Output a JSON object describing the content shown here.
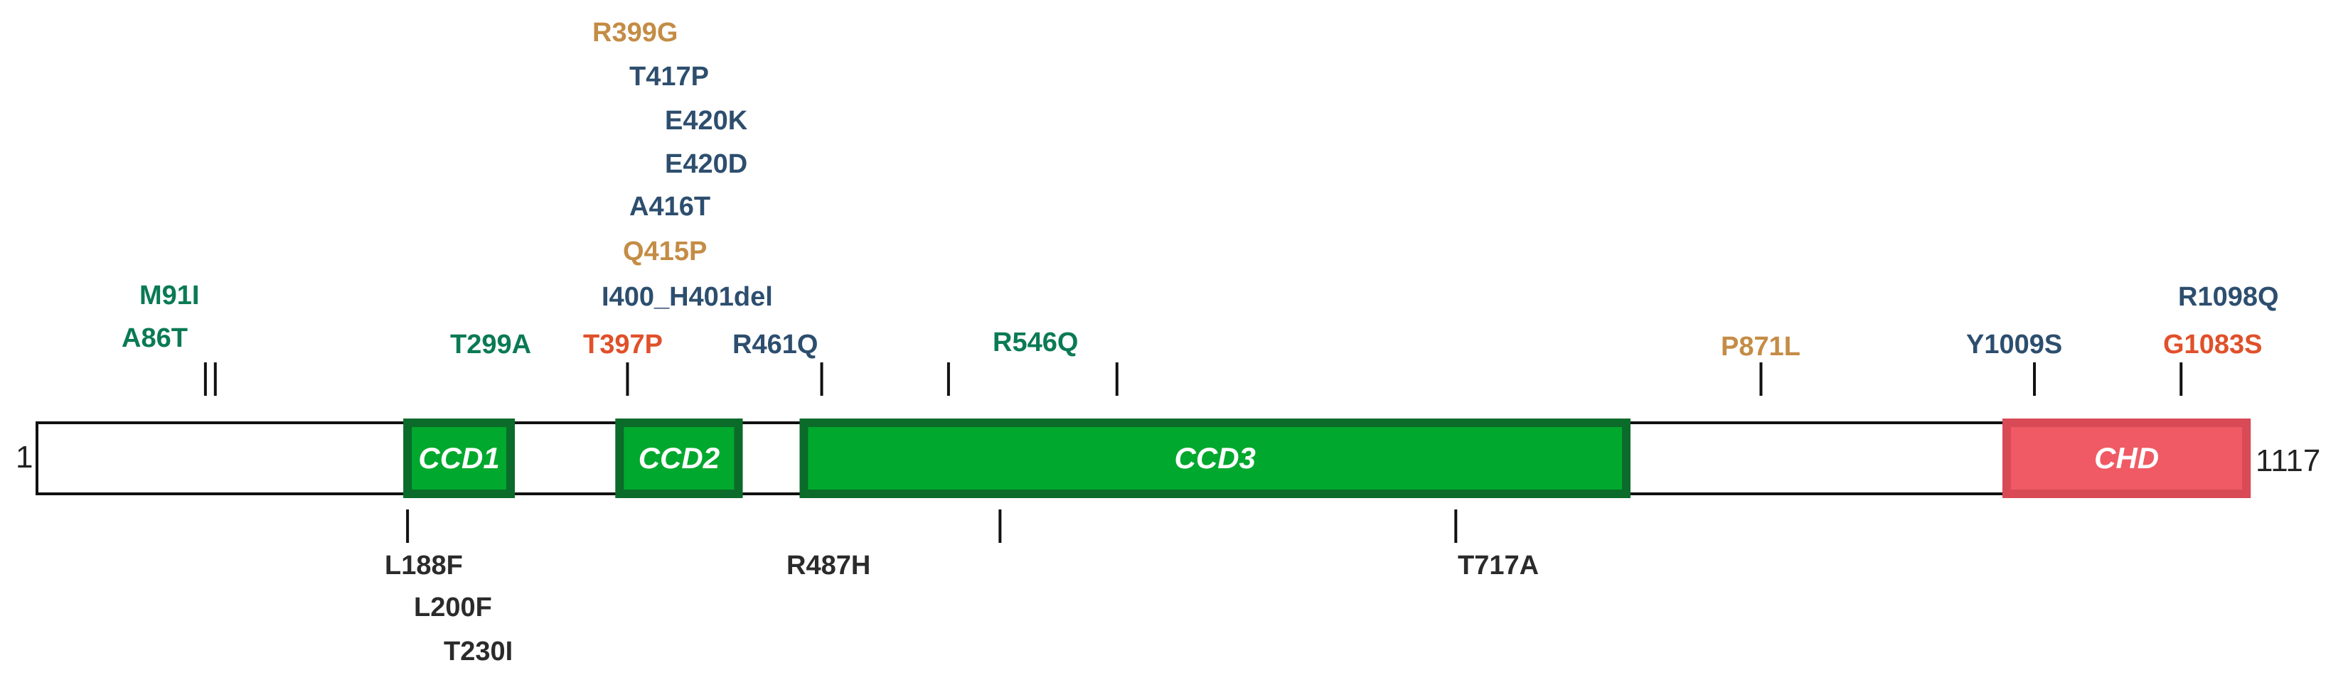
{
  "protein": {
    "start_label": "1",
    "end_label": "1117",
    "length": 1117
  },
  "colors": {
    "green": "#0a7a55",
    "blue": "#2d4e6e",
    "tan": "#c48c45",
    "orange": "#e0502a",
    "dark": "#2b2b2b",
    "domain_green_fill": "#00a82d",
    "domain_green_border": "#0b6b2a",
    "domain_red_fill": "#ef5a64",
    "domain_red_border": "#d84a55"
  },
  "domains": [
    {
      "label": "CCD1",
      "start": 188,
      "end": 240,
      "color": "green"
    },
    {
      "label": "CCD2",
      "start": 295,
      "end": 355,
      "color": "green"
    },
    {
      "label": "CCD3",
      "start": 388,
      "end": 803,
      "color": "green"
    },
    {
      "label": "CHD",
      "start": 995,
      "end": 1116,
      "color": "red"
    }
  ],
  "mutations_above": [
    {
      "label": "M91I",
      "pos": 91,
      "color": "green"
    },
    {
      "label": "A86T",
      "pos": 86,
      "color": "green"
    },
    {
      "label": "T299A",
      "pos": 299,
      "color": "green"
    },
    {
      "label": "R399G",
      "pos": 399,
      "color": "tan"
    },
    {
      "label": "T417P",
      "pos": 417,
      "color": "blue"
    },
    {
      "label": "E420K",
      "pos": 420,
      "color": "blue"
    },
    {
      "label": "E420D",
      "pos": 420,
      "color": "blue"
    },
    {
      "label": "A416T",
      "pos": 416,
      "color": "blue"
    },
    {
      "label": "Q415P",
      "pos": 415,
      "color": "tan"
    },
    {
      "label": "I400_H401del",
      "pos": 400,
      "color": "blue"
    },
    {
      "label": "T397P",
      "pos": 397,
      "color": "orange"
    },
    {
      "label": "R461Q",
      "pos": 461,
      "color": "blue"
    },
    {
      "label": "R546Q",
      "pos": 546,
      "color": "green"
    },
    {
      "label": "P871L",
      "pos": 871,
      "color": "tan"
    },
    {
      "label": "Y1009S",
      "pos": 1009,
      "color": "blue"
    },
    {
      "label": "R1098Q",
      "pos": 1098,
      "color": "blue"
    },
    {
      "label": "G1083S",
      "pos": 1083,
      "color": "orange"
    }
  ],
  "mutations_below": [
    {
      "label": "L188F",
      "pos": 188,
      "color": "dark"
    },
    {
      "label": "L200F",
      "pos": 200,
      "color": "dark"
    },
    {
      "label": "T230I",
      "pos": 230,
      "color": "dark"
    },
    {
      "label": "R487H",
      "pos": 487,
      "color": "dark"
    },
    {
      "label": "T717A",
      "pos": 717,
      "color": "dark"
    }
  ]
}
